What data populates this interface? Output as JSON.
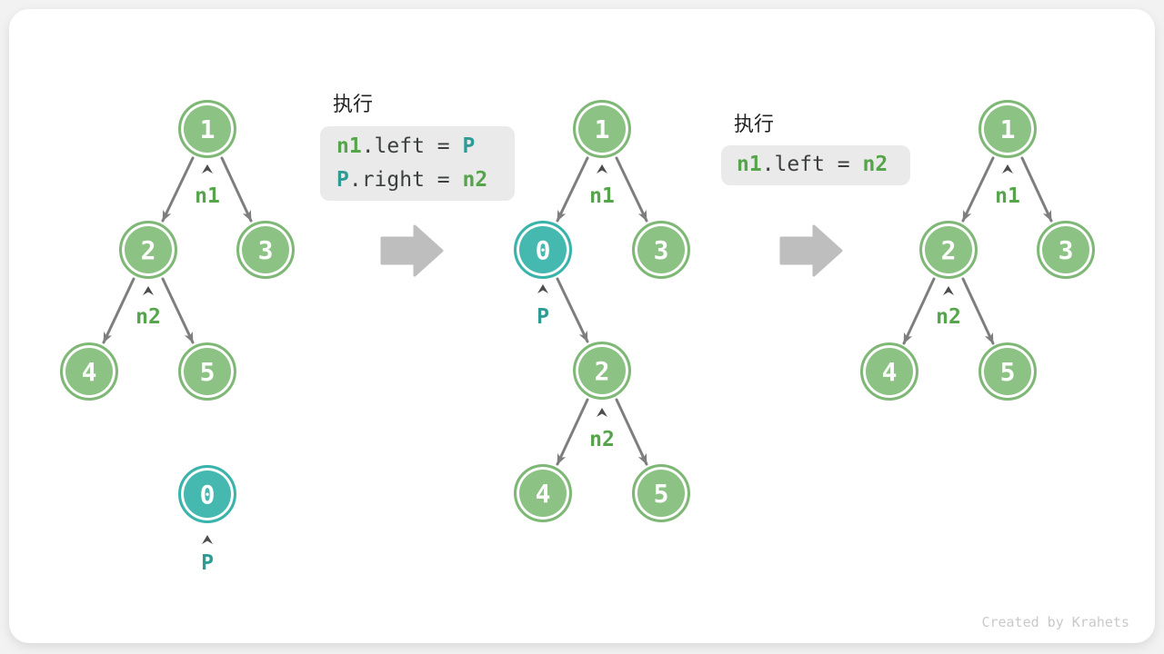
{
  "colors": {
    "node_green_fill": "#8CC284",
    "node_green_border": "#7FB876",
    "node_teal_fill": "#45B8AF",
    "node_teal_border": "#3AB3AA",
    "identifier_green": "#56A44B",
    "identifier_teal": "#2E9C95",
    "code_text": "#3B3F3E",
    "edge_gray": "#7E7E7E",
    "flow_arrow_gray": "#BEBEBE",
    "code_box_bg": "#EAEAEA",
    "watermark_gray": "#C9C9C9"
  },
  "panel1": {
    "label": "执行",
    "line1": {
      "head": "n1",
      "body": ".left = ",
      "tail": "P"
    },
    "line2": {
      "head": "P",
      "body": ".right = ",
      "tail": "n2"
    }
  },
  "panel2": {
    "label": "执行",
    "line1": {
      "head": "n1",
      "body": ".left = ",
      "tail": "n2"
    }
  },
  "trees": {
    "initial": {
      "node1": "1",
      "node2": "2",
      "node3": "3",
      "node4": "4",
      "node5": "5",
      "node0": "0",
      "pointer_n1": "n1",
      "pointer_n2": "n2",
      "pointer_p": "P"
    },
    "inserted": {
      "node1": "1",
      "node0": "0",
      "node3": "3",
      "node2": "2",
      "node4": "4",
      "node5": "5",
      "pointer_n1": "n1",
      "pointer_p": "P",
      "pointer_n2": "n2"
    },
    "final": {
      "node1": "1",
      "node2": "2",
      "node3": "3",
      "node4": "4",
      "node5": "5",
      "pointer_n1": "n1",
      "pointer_n2": "n2"
    }
  },
  "watermark": "Created by Krahets"
}
